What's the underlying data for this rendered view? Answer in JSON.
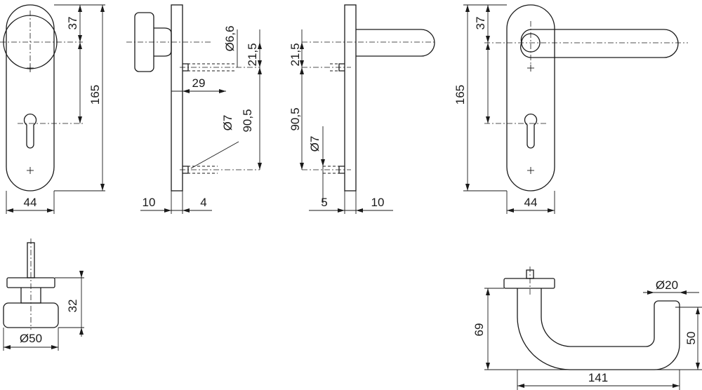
{
  "drawing": {
    "color": "#1a1a1a",
    "background": "#ffffff",
    "views": [
      {
        "id": "knob-plate-front",
        "dims": {
          "width": "44",
          "height": "165",
          "knob_offset": "37"
        }
      },
      {
        "id": "knob-plate-side",
        "dims": {
          "left": "10",
          "right": "4",
          "depth": "29",
          "pin_dia": "Ø6,6",
          "pin_offset": "21,5",
          "spacing": "90,5",
          "screw_dia": "Ø7"
        }
      },
      {
        "id": "lever-plate-side",
        "dims": {
          "left": "5",
          "right": "10",
          "pin_offset": "21,5",
          "spacing": "90,5",
          "screw_dia": "Ø7"
        }
      },
      {
        "id": "lever-plate-front",
        "dims": {
          "width": "44",
          "height": "165",
          "lever_offset": "37"
        }
      },
      {
        "id": "knob-top",
        "dims": {
          "height": "32",
          "dia": "Ø50"
        }
      },
      {
        "id": "lever-top",
        "dims": {
          "height": "69",
          "length": "141",
          "dia": "Ø20",
          "grip_height": "50"
        }
      }
    ]
  }
}
